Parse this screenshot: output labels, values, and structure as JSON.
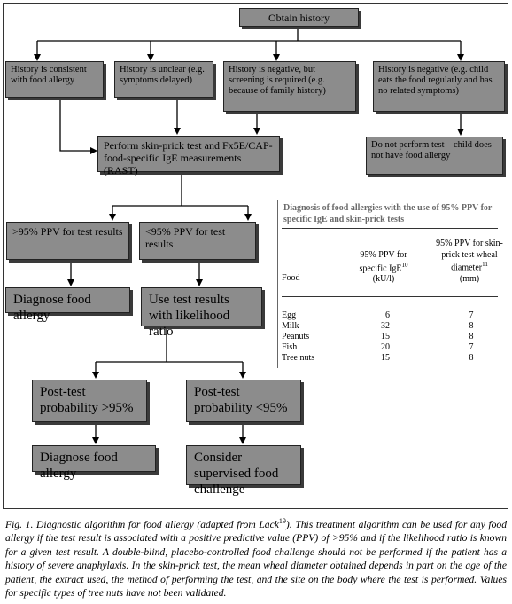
{
  "nodes": {
    "obtain_history": "Obtain history",
    "hist_consistent": "History is consistent with food allergy",
    "hist_unclear": "History is unclear (e.g. symptoms delayed)",
    "hist_neg_screen": "History is negative, but screening is required (e.g. because of family history)",
    "hist_neg_child": "History is negative (e.g. child eats the food regularly and has no related symptoms)",
    "perform_test": "Perform skin-prick test and Fx5E/CAP-food-specific IgE measurements (RAST)",
    "no_test": "Do not perform test – child does not have food allergy",
    "ppv_high": ">95% PPV for test results",
    "ppv_low": "<95% PPV for test results",
    "diagnose_1": "Diagnose food allergy",
    "use_results": "Use test results with likelihood ratio",
    "post_high": "Post-test probability >95%",
    "post_low": "Post-test probability <95%",
    "diagnose_2": "Diagnose food allergy",
    "consider": "Consider supervised food challenge"
  },
  "table": {
    "title": "Diagnosis of food allergies with the use of 95% PPV for specific IgE and skin-prick tests",
    "col_food": "Food",
    "col_ige": "95% PPV for specific IgE",
    "col_ige_ref": "10",
    "col_ige_unit": "(kU/l)",
    "col_spt": "95% PPV for skin-prick test wheal diameter",
    "col_spt_ref": "11",
    "col_spt_unit": "(mm)",
    "rows": [
      {
        "food": "Egg",
        "ige": "6",
        "spt": "7"
      },
      {
        "food": "Milk",
        "ige": "32",
        "spt": "8"
      },
      {
        "food": "Peanuts",
        "ige": "15",
        "spt": "8"
      },
      {
        "food": "Fish",
        "ige": "20",
        "spt": "7"
      },
      {
        "food": "Tree nuts",
        "ige": "15",
        "spt": "8"
      }
    ]
  },
  "caption": {
    "lead": "Fig.  1.  Diagnostic algorithm for food allergy (adapted from Lack",
    "ref": "19",
    "rest": "). This treatment algorithm can be used for any food allergy if the test result is associated with a positive predictive value (PPV) of >95% and if the likelihood ratio is known for a given test result. A double-blind, placebo-controlled food challenge should not be performed if the patient has a history of severe anaphylaxis. In the skin-prick test, the mean wheal diameter obtained depends in part on the age of the patient, the extract used, the method of performing the test, and the site on the body where the test is performed. Values for specific types of tree nuts have not been validated."
  }
}
